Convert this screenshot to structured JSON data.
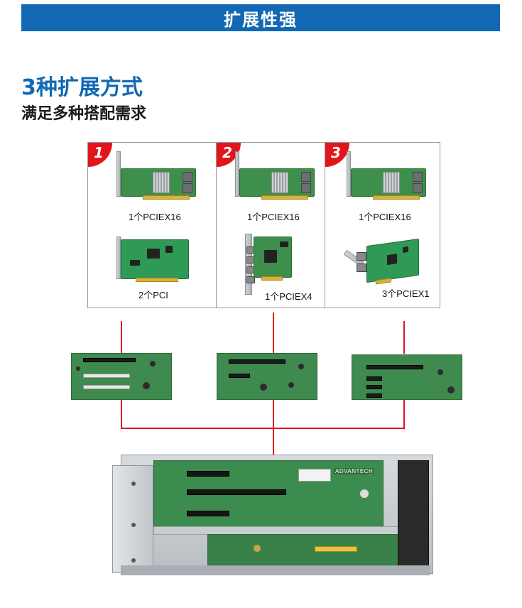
{
  "banner": {
    "title": "扩展性强"
  },
  "headline": "3种扩展方式",
  "subhead": "满足多种搭配需求",
  "options": [
    {
      "number": "1",
      "slots": [
        "1个PCIEX16",
        "2个PCI"
      ]
    },
    {
      "number": "2",
      "slots": [
        "1个PCIEX16",
        "1个PCIEX4"
      ]
    },
    {
      "number": "3",
      "slots": [
        "1个PCIEX16",
        "3个PCIEX1"
      ]
    }
  ],
  "chassis": {
    "brand": "ADVANTECH"
  },
  "colors": {
    "banner": "#1268b3",
    "headline": "#1268b3",
    "badge": "#e3141b",
    "wire": "#e3141b"
  }
}
